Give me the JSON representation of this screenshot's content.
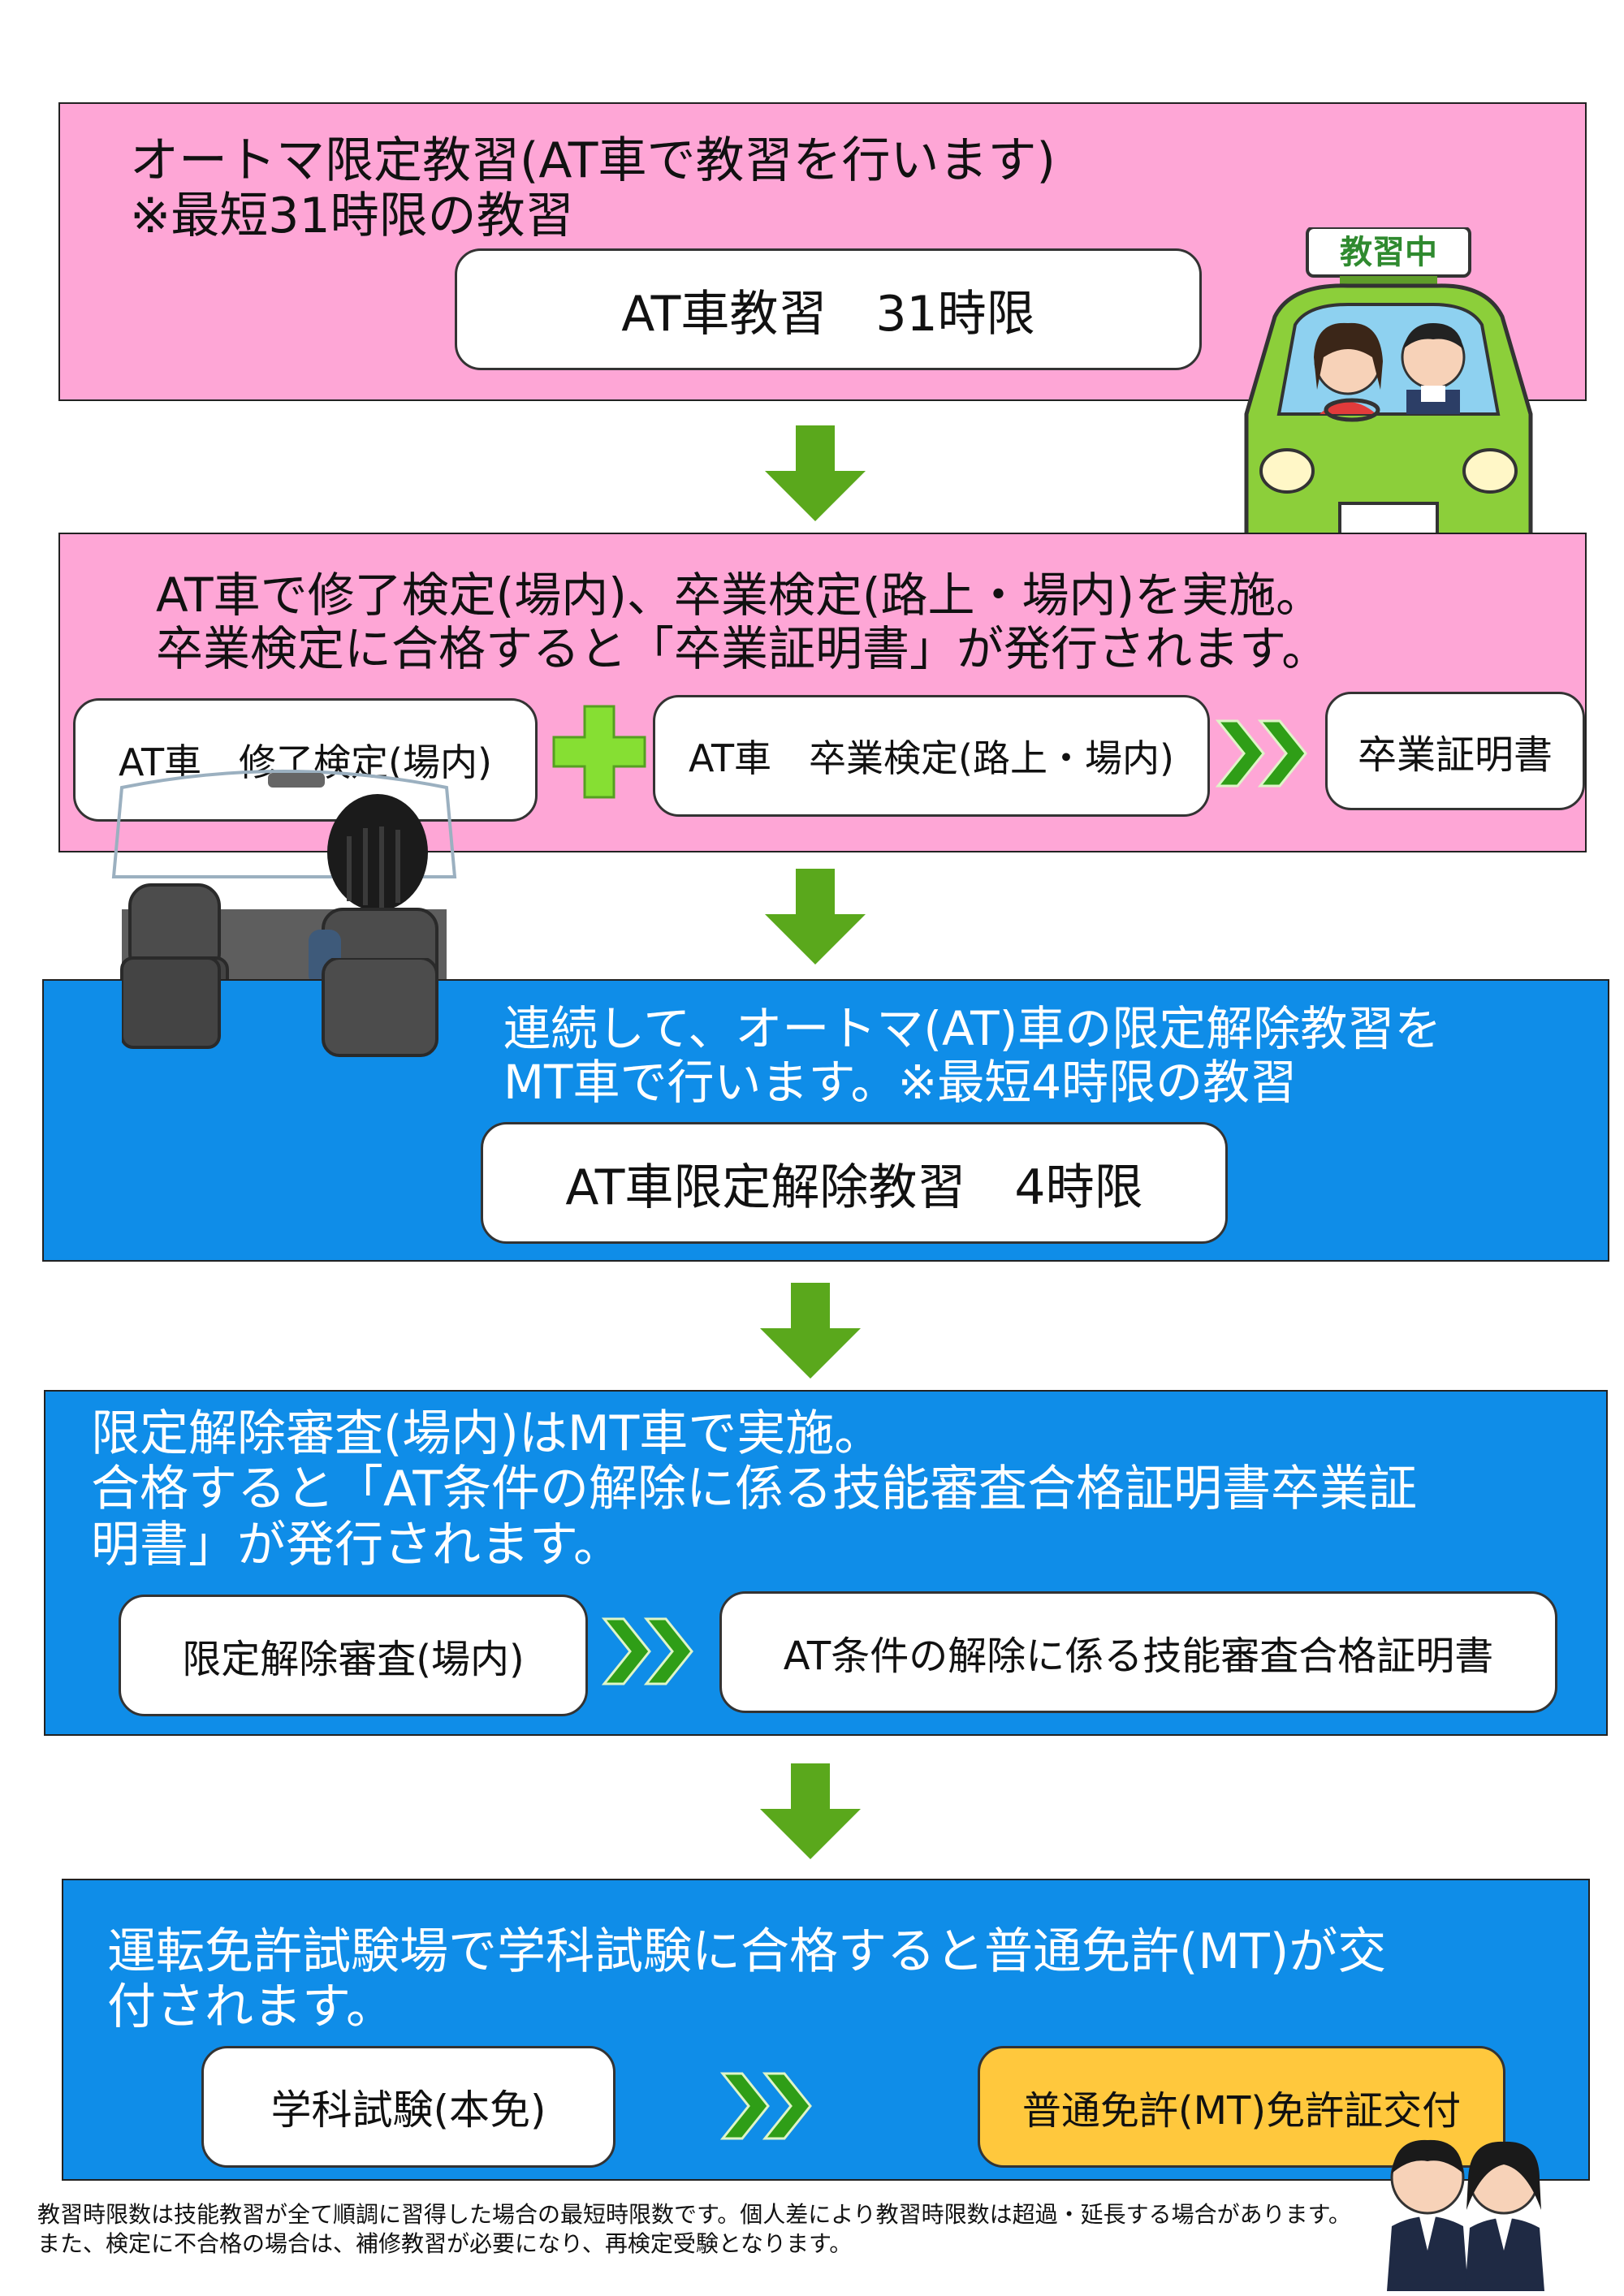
{
  "section1": {
    "heading": "オートマ限定教習(AT車で教習を行います)\n※最短31時限の教習",
    "box_label": "AT車教習　31時限",
    "sign_text": "教習中"
  },
  "section2": {
    "heading": "AT車で修了検定(場内)、卒業検定(路上・場内)を実施。\n卒業検定に合格すると「卒業証明書」が発行されます。",
    "step1": "AT車　修了検定(場内)",
    "step2": "AT車　卒業検定(路上・場内)",
    "result": "卒業証明書"
  },
  "section3": {
    "heading": "連続して、オートマ(AT)車の限定解除教習を\nMT車で行います。※最短4時限の教習",
    "box_label": "AT車限定解除教習　4時限"
  },
  "section4": {
    "heading": "限定解除審査(場内)はMT車で実施。\n合格すると「AT条件の解除に係る技能審査合格証明書卒業証\n明書」が発行されます。",
    "step1": "限定解除審査(場内)",
    "result": "AT条件の解除に係る技能審査合格証明書"
  },
  "section5": {
    "heading": "運転免許試験場で学科試験に合格すると普通免許(MT)が交\n付されます。",
    "step1": "学科試験(本免)",
    "result": "普通免許(MT)免許証交付"
  },
  "footnote": "教習時限数は技能教習が全て順調に習得した場合の最短時限数です。個人差により教習時限数は超過・延長する場合があります。また、検定に不合格の場合は、補修教習が必要になり、再検定受験となります。",
  "colors": {
    "pink_panel": "#fea6d6",
    "blue_panel": "#0f8de8",
    "arrow_green": "#5aa81c",
    "chevron_green": "#2f9e17",
    "highlight_box": "#ffc83d"
  }
}
